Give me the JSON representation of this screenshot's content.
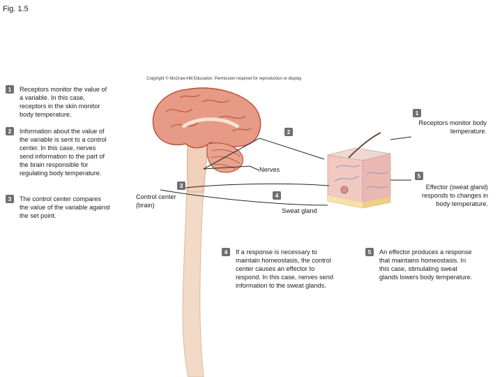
{
  "figure_label": "Fig. 1.5",
  "copyright": "Copyright © McGraw-Hill Education. Permission required for reproduction or display.",
  "left_steps": [
    {
      "num": "1",
      "text": "Receptors monitor the value of a variable. In this case, receptors in the skin monitor body temperature."
    },
    {
      "num": "2",
      "text": "Information about the value of the variable is sent to a control center. In this case, nerves send information to the part of the brain responsible for regulating body temperature."
    },
    {
      "num": "3",
      "text": "The control center compares the value of the variable against the set point."
    }
  ],
  "bottom_steps": [
    {
      "num": "4",
      "text": "If a response is necessary to maintain homeostasis, the control center causes an effector to respond. In this case, nerves send information to the sweat glands."
    },
    {
      "num": "5",
      "text": "An effector produces a response that maintains homeostasis. In this case, stimulating sweat glands lowers body temperature."
    }
  ],
  "diagram": {
    "receptors": {
      "num": "1",
      "text": "Receptors monitor body temperature."
    },
    "nerves": {
      "num": "2",
      "text": "Nerves"
    },
    "control_center": {
      "num": "3",
      "text": "Control center (brain)"
    },
    "sweat_gland": {
      "num": "4",
      "text": "Sweat gland"
    },
    "effector": {
      "num": "5",
      "text": "Effector (sweat gland) responds to changes in body temperature."
    }
  }
}
